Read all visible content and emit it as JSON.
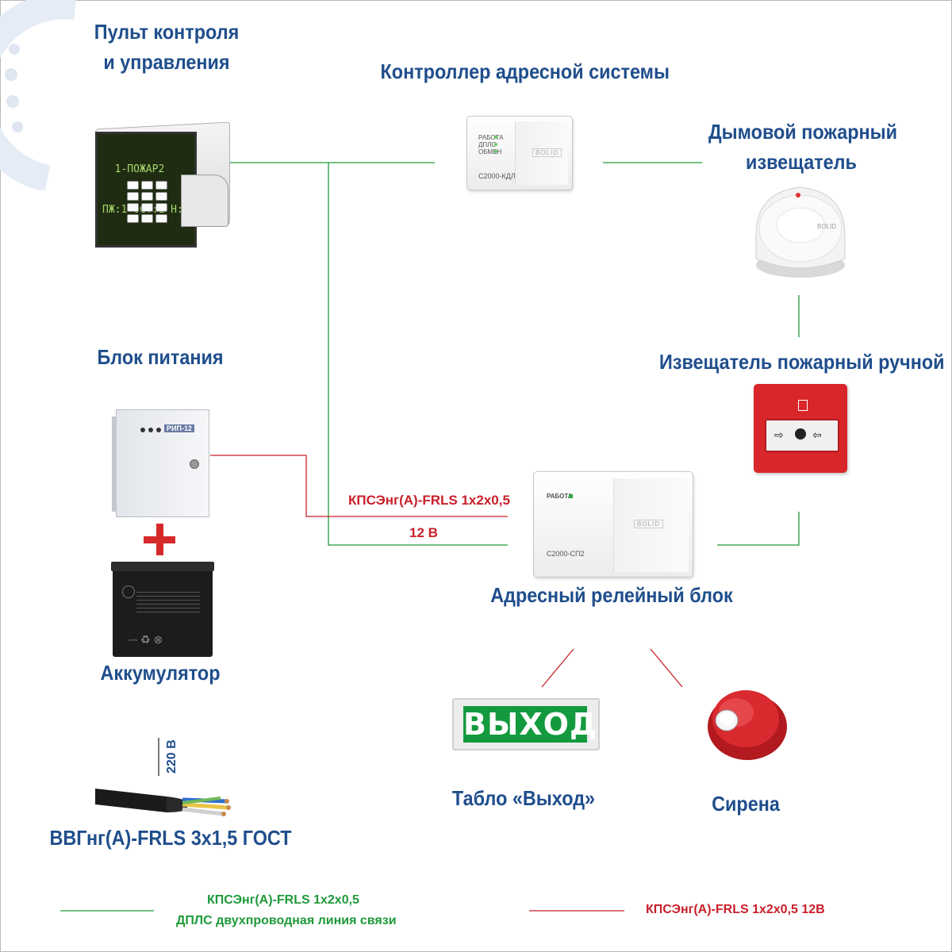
{
  "labels": {
    "control_panel": [
      "Пульт контроля",
      "и управления"
    ],
    "controller": "Контроллер адресной системы",
    "smoke_detector": [
      "Дымовой пожарный",
      "извещатель"
    ],
    "power_supply": "Блок питания",
    "manual_call_point": "Извещатель пожарный ручной",
    "relay_block": "Адресный релейный блок",
    "battery": "Аккумулятор",
    "exit_sign": "Табло «Выход»",
    "siren": "Сирена",
    "mains_cable": "ВВГнг(А)-FRLS 3х1,5 ГОСТ",
    "mains_voltage": "220 В"
  },
  "cables": {
    "signal_cable": "КПСЭнг(А)-FRLS 1х2х0,5",
    "voltage_12": "12 В"
  },
  "legend": {
    "green_line_1": "КПСЭнг(А)-FRLS 1х2х0,5",
    "green_line_2": "ДПЛС двухпроводная линия связи",
    "red_line": "КПСЭнг(А)-FRLS 1х2х0,5 12В"
  },
  "devices": {
    "panel_lcd_line1": "  1-ПОЖАР2 ",
    "panel_lcd_line2": "ПЖ:1 ОСТ:1 Н:3",
    "kdl_model": "С2000-КДЛ",
    "kdl_leds": [
      "РАБОТА",
      "ДПЛС",
      "ОБМЕН"
    ],
    "psu_model": "РИП-12",
    "relay_model": "С2000-СП2",
    "relay_led": "РАБОТА",
    "brand": "BOLID",
    "exit_text": "ВЫХОД"
  },
  "colors": {
    "label_blue": "#1f4e8c",
    "line_green": "#1e9a3a",
    "line_red": "#c8202a"
  }
}
